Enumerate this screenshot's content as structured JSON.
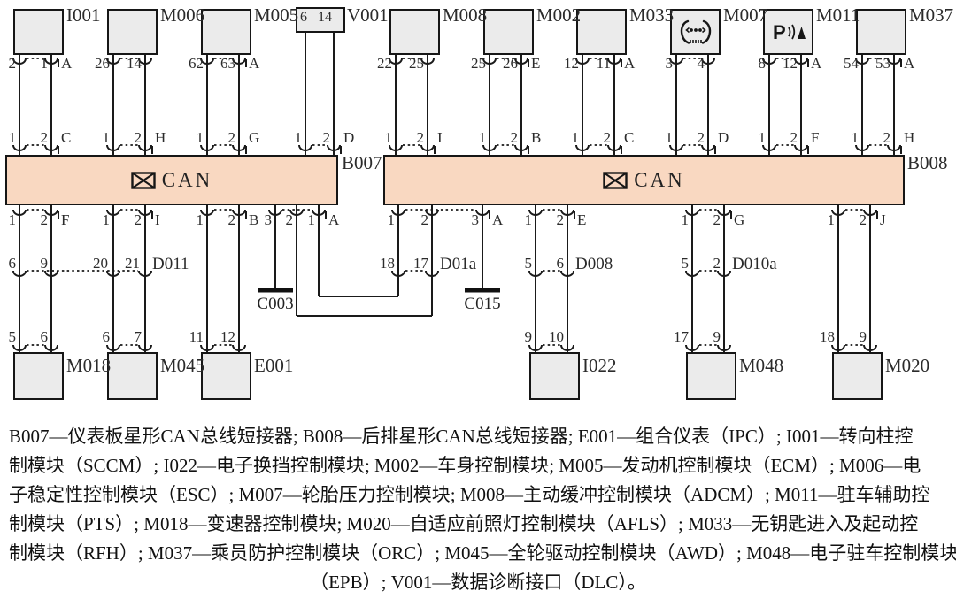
{
  "bus_bars": [
    {
      "label": "B007",
      "text": "CAN"
    },
    {
      "label": "B008",
      "text": "CAN"
    }
  ],
  "top_modules": [
    {
      "label": "I001",
      "top_pins": [
        "2",
        "1"
      ],
      "top_conn": "A",
      "bus_pins": [
        "1",
        "2"
      ],
      "bus_conn": "C"
    },
    {
      "label": "M006",
      "top_pins": [
        "26",
        "14"
      ],
      "top_conn": "",
      "bus_pins": [
        "1",
        "2"
      ],
      "bus_conn": "H"
    },
    {
      "label": "M005",
      "top_pins": [
        "62",
        "63"
      ],
      "top_conn": "A",
      "bus_pins": [
        "1",
        "2"
      ],
      "bus_conn": "G"
    },
    {
      "label": "V001",
      "box_pins": [
        "6",
        "14"
      ],
      "top_conn": "",
      "bus_pins": [
        "1",
        "2"
      ],
      "bus_conn": "D"
    },
    {
      "label": "M008",
      "top_pins": [
        "22",
        "25"
      ],
      "top_conn": "",
      "bus_pins": [
        "1",
        "2"
      ],
      "bus_conn": "I"
    },
    {
      "label": "M002",
      "top_pins": [
        "25",
        "26"
      ],
      "top_conn": "E",
      "bus_pins": [
        "1",
        "2"
      ],
      "bus_conn": "B"
    },
    {
      "label": "M033",
      "top_pins": [
        "12",
        "11"
      ],
      "top_conn": "A",
      "bus_pins": [
        "1",
        "2"
      ],
      "bus_conn": "C"
    },
    {
      "label": "M007",
      "top_pins": [
        "3",
        "4"
      ],
      "top_conn": "",
      "bus_pins": [
        "1",
        "2"
      ],
      "bus_conn": "D",
      "icon": "tpms-icon"
    },
    {
      "label": "M011",
      "top_pins": [
        "8",
        "12"
      ],
      "top_conn": "A",
      "bus_pins": [
        "1",
        "2"
      ],
      "bus_conn": "F",
      "icon": "parking-assist-icon"
    },
    {
      "label": "M037",
      "top_pins": [
        "54",
        "53"
      ],
      "top_conn": "A",
      "bus_pins": [
        "1",
        "2"
      ],
      "bus_conn": "H"
    }
  ],
  "drops": {
    "f": {
      "pins": [
        "1",
        "2"
      ],
      "conn": "F"
    },
    "i": {
      "pins": [
        "1",
        "2"
      ],
      "conn": "I"
    },
    "b": {
      "pins": [
        "1",
        "2"
      ],
      "conn": "B"
    },
    "a7": {
      "pins": [
        "3",
        "2",
        "1"
      ],
      "conn": "A"
    },
    "a8": {
      "pins": [
        "1",
        "2",
        "3"
      ],
      "conn": "A"
    },
    "e": {
      "pins": [
        "1",
        "2"
      ],
      "conn": "E"
    },
    "g": {
      "pins": [
        "1",
        "2"
      ],
      "conn": "G"
    },
    "j": {
      "pins": [
        "1",
        "2"
      ],
      "conn": "J"
    }
  },
  "connectors": [
    {
      "label": "D011",
      "pins": [
        "6",
        "9",
        "20",
        "21"
      ]
    },
    {
      "label": "D01a",
      "pins": [
        "18",
        "17"
      ]
    },
    {
      "label": "D008",
      "pins": [
        "5",
        "6"
      ]
    },
    {
      "label": "D010a",
      "pins": [
        "5",
        "2"
      ]
    }
  ],
  "grounds": [
    {
      "label": "C003"
    },
    {
      "label": "C015"
    }
  ],
  "bottom_modules": [
    {
      "label": "M018",
      "pins": [
        "5",
        "6"
      ]
    },
    {
      "label": "M045",
      "pins": [
        "6",
        "7"
      ]
    },
    {
      "label": "E001",
      "pins": [
        "11",
        "12"
      ]
    },
    {
      "label": "I022",
      "pins": [
        "9",
        "10"
      ]
    },
    {
      "label": "M048",
      "pins": [
        "17",
        "9"
      ]
    },
    {
      "label": "M020",
      "pins": [
        "18",
        "9"
      ]
    }
  ],
  "legend": {
    "lines": [
      "B007—仪表板星形CAN总线短接器; B008—后排星形CAN总线短接器; E001—组合仪表（IPC）; I001—转向柱控",
      "制模块（SCCM）; I022—电子换挡控制模块; M002—车身控制模块; M005—发动机控制模块（ECM）; M006—电",
      "子稳定性控制模块（ESC）; M007—轮胎压力控制模块; M008—主动缓冲控制模块（ADCM）; M011—驻车辅助控",
      "制模块（PTS）; M018—变速器控制模块; M020—自适应前照灯控制模块（AFLS）; M033—无钥匙进入及起动控",
      "制模块（RFH）; M037—乘员防护控制模块（ORC）; M045—全轮驱动控制模块（AWD）; M048—电子驻车控制模块",
      "（EPB）; V001—数据诊断接口（DLC）。"
    ]
  },
  "colors": {
    "bus_fill": "#f9d8c1",
    "box_fill": "#ebebeb",
    "line": "#1a1a1a"
  }
}
